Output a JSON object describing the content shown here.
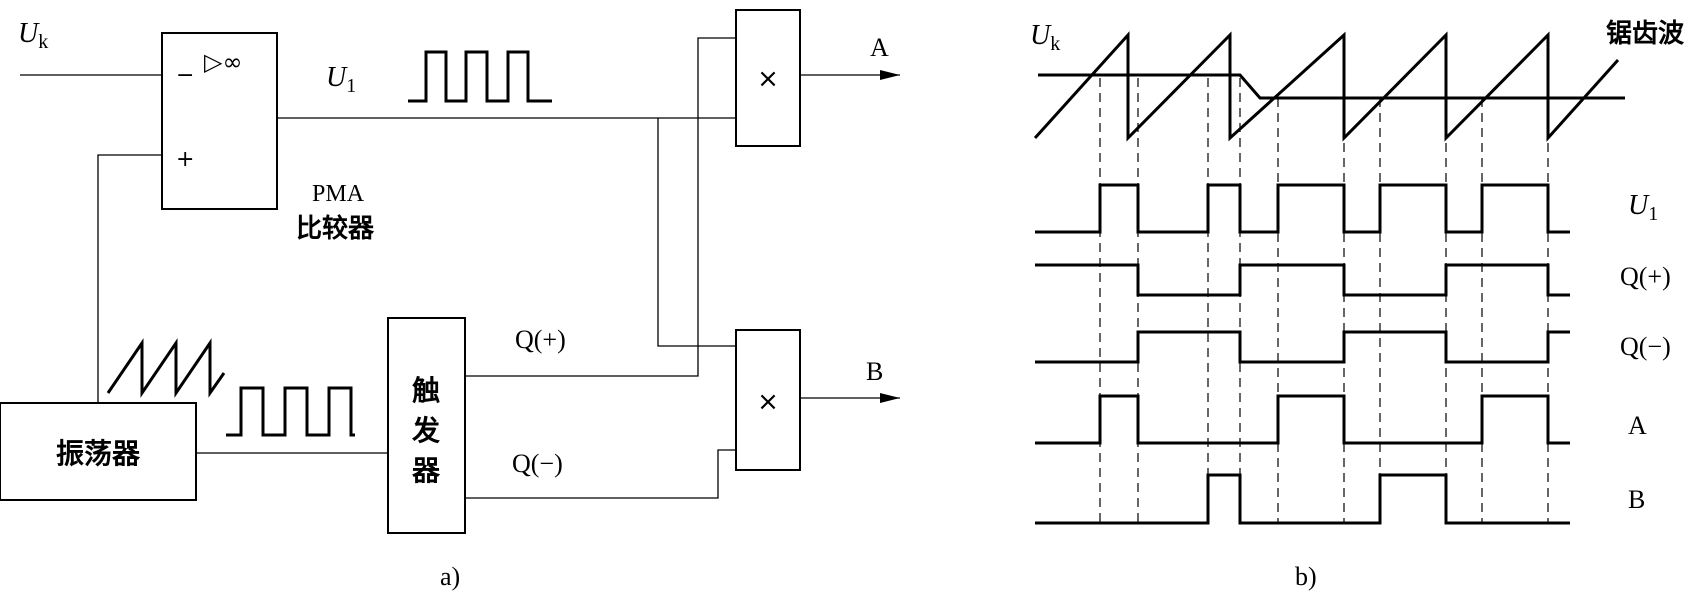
{
  "panel_a": {
    "input_label_main": "U",
    "input_label_sub": "k",
    "comparator_minus": "−",
    "comparator_plus": "+",
    "comparator_symbol": "▷∞",
    "u1_label_main": "U",
    "u1_label_sub": "1",
    "pma_label": "PMA",
    "comparator_name": "比较器",
    "multiplier_symbol": "×",
    "output_a": "A",
    "output_b": "B",
    "q_plus_label": "Q(+)",
    "q_minus_label": "Q(−)",
    "oscillator_label": "振荡器",
    "trigger_label": [
      "触",
      "发",
      "器"
    ],
    "caption": "a)"
  },
  "panel_b": {
    "uk_label_main": "U",
    "uk_label_sub": "k",
    "sawtooth_label": "锯齿波",
    "trace_labels": {
      "u1_main": "U",
      "u1_sub": "1",
      "q_plus": "Q(+)",
      "q_minus": "Q(−)",
      "a": "A",
      "b": "B"
    },
    "caption": "b)"
  }
}
